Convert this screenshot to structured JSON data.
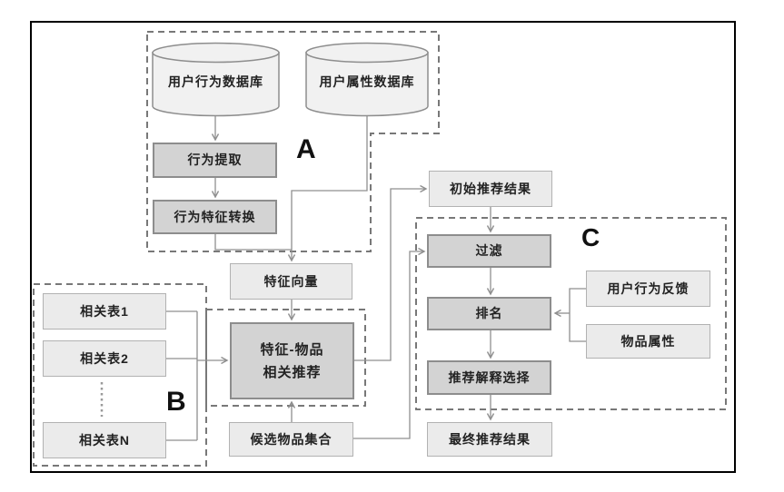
{
  "figure": {
    "type": "flowchart",
    "language": "zh-CN",
    "description": "Recommendation system architecture flowchart with groups A, B, C"
  },
  "groups": {
    "a": {
      "label": "A"
    },
    "b": {
      "label": "B"
    },
    "c": {
      "label": "C"
    }
  },
  "nodes": {
    "user_behavior_db": "用户行为数据库",
    "user_attribute_db": "用户属性数据库",
    "behavior_extraction": "行为提取",
    "behavior_feature_conversion": "行为特征转换",
    "feature_vector": "特征向量",
    "related_table_1": "相关表1",
    "related_table_2": "相关表2",
    "related_table_n": "相关表N",
    "feature_item_rec_line1": "特征-物品",
    "feature_item_rec_line2": "相关推荐",
    "candidate_item_set": "候选物品集合",
    "initial_rec_result": "初始推荐结果",
    "filter": "过滤",
    "ranking": "排名",
    "rec_explanation_selection": "推荐解释选择",
    "user_behavior_feedback": "用户行为反馈",
    "item_attributes": "物品属性",
    "final_rec_result": "最终推荐结果"
  },
  "edges": [
    "用户行为数据库 → 行为提取",
    "行为提取 → 行为特征转换",
    "行为特征转换 → 特征向量",
    "用户属性数据库 → 特征向量",
    "特征向量 → 特征-物品相关推荐",
    "相关表1 → 特征-物品相关推荐",
    "相关表2 → 特征-物品相关推荐",
    "相关表N → 特征-物品相关推荐",
    "候选物品集合 → 特征-物品相关推荐",
    "特征-物品相关推荐 → 初始推荐结果",
    "初始推荐结果 → 过滤",
    "候选物品集合 → 过滤",
    "过滤 → 排名",
    "用户行为反馈 → 排名",
    "物品属性 → 排名",
    "排名 → 推荐解释选择",
    "推荐解释选择 → 最终推荐结果"
  ],
  "colors": {
    "frame": "#000000",
    "process_box_fill": "#d3d3d3",
    "process_box_border": "#8d8d8d",
    "data_box_fill": "#ebebeb",
    "data_box_border": "#b2b2b2",
    "cylinder_fill": "#f1f1f1",
    "connector": "#8f8f8f",
    "group_outline": "#787878",
    "text": "#222222"
  }
}
